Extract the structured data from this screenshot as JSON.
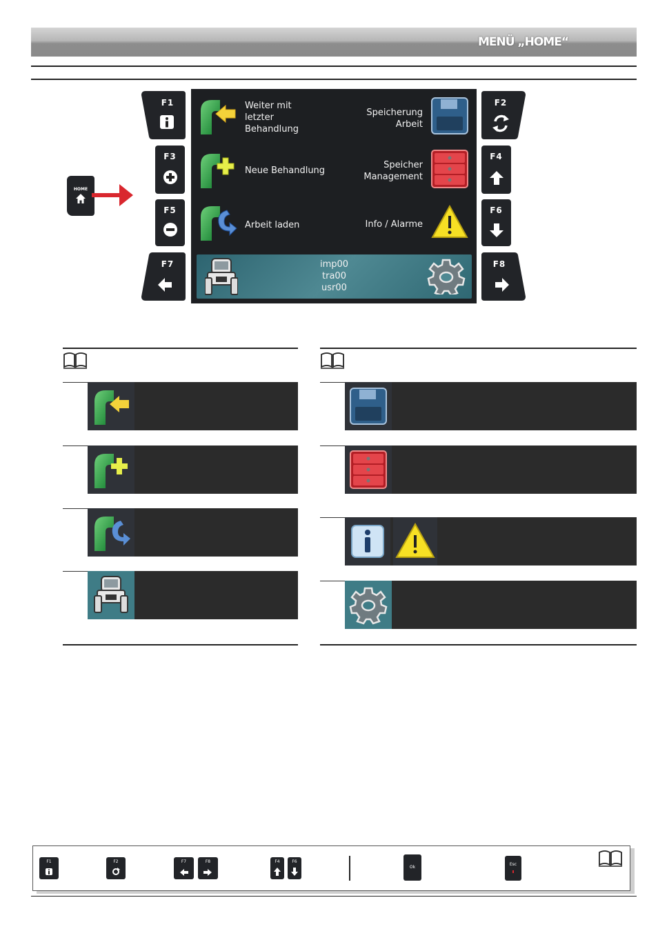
{
  "header": {
    "title": "MENÜ „HOME“"
  },
  "home_key": {
    "label": "HOME"
  },
  "function_keys": {
    "f1": "F1",
    "f2": "F2",
    "f3": "F3",
    "f4": "F4",
    "f5": "F5",
    "f6": "F6",
    "f7": "F7",
    "f8": "F8"
  },
  "screen": {
    "continue_label": "Weiter mit\nletzter\nBehandlung",
    "new_label": "Neue Behandlung",
    "load_label": "Arbeit laden",
    "save_label": "Speicherung\nArbeit",
    "memory_label": "Speicher\nManagement",
    "info_label": "Info / Alarme",
    "status": {
      "line1": "imp00",
      "line2": "tra00",
      "line3": "usr00"
    }
  },
  "legend_keys": {
    "f1": "F1",
    "f2": "F2",
    "f7": "F7",
    "f8": "F8",
    "f4": "F4",
    "f6": "F6",
    "ok": "Ok",
    "esc": "Esc"
  },
  "colors": {
    "green": "#1f9a3c",
    "yellow": "#f4d23a",
    "blue_disk": "#2f5f8a",
    "red_storage": "#d9333b",
    "red_arrow": "#d9272e",
    "teal_bar": "#3f7c86"
  }
}
